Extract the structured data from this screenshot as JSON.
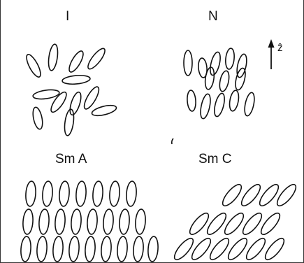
{
  "phases": {
    "isotropic": "I",
    "nematic": "N",
    "smectic_a": "Sm A",
    "smectic_c": "Sm C"
  },
  "director": {
    "label": "ẑ"
  }
}
